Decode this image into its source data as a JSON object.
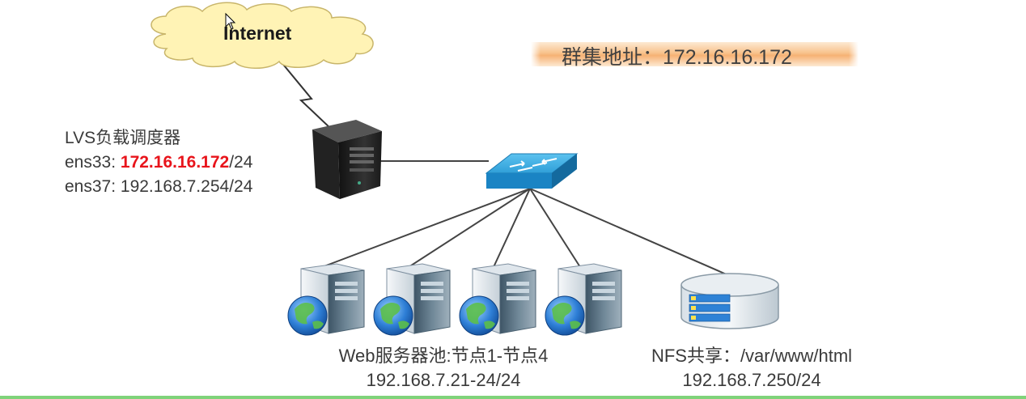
{
  "cloud": {
    "label": "Internet"
  },
  "cluster": {
    "label": "群集地址：172.16.16.172",
    "highlight_color": "#f6b274"
  },
  "lvs": {
    "title": "LVS负载调度器",
    "ens33_prefix": "ens33: ",
    "ens33_ip": "172.16.16.172",
    "ens33_suffix": "/24",
    "ens37": "ens37: 192.168.7.254/24",
    "highlight_color": "#e8141b"
  },
  "web_pool": {
    "title": "Web服务器池:节点1-节点4",
    "address": "192.168.7.21-24/24",
    "node_count": 4
  },
  "nfs": {
    "title": "NFS共享：/var/www/html",
    "address": "192.168.7.250/24"
  },
  "icons": {
    "cloud": "cloud-icon",
    "lvs_server": "tower-server-icon",
    "switch": "network-switch-icon",
    "web_server": "web-server-icon",
    "storage": "nfs-storage-icon"
  }
}
